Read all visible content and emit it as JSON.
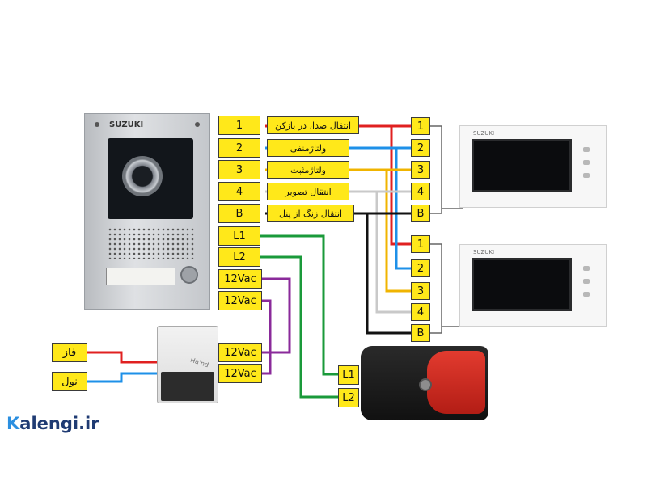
{
  "diagram": {
    "brand": "SUZUKI",
    "psu_brand": "Ha'nd",
    "door_terminals": [
      "1",
      "2",
      "3",
      "4",
      "B",
      "L1",
      "L2",
      "12Vac",
      "12Vac",
      "12Vac",
      "12Vac"
    ],
    "wire_labels": [
      "انتقال صدا، در بازکن",
      "ولتاژمنفی",
      "ولتاژمثبت",
      "انتقال تصویر",
      "انتقال زنگ از پنل"
    ],
    "monitor1_terminals": [
      "1",
      "2",
      "3",
      "4",
      "B"
    ],
    "monitor2_terminals": [
      "1",
      "2",
      "3",
      "4",
      "B"
    ],
    "lock_terminals": [
      "L1",
      "L2"
    ],
    "mains": {
      "phase": "فاز",
      "neutral": "نول"
    },
    "logo": {
      "first": "K",
      "rest": "alengi.ir"
    },
    "colors": {
      "wire1": "#e02020",
      "wire2": "#1e90e8",
      "wire3": "#f0b400",
      "wire4": "#c9c9c9",
      "wireB": "#111111",
      "wireL1": "#1a9a3a",
      "wireL2": "#1a9a3a",
      "wireAC": "#8a2a9a",
      "box": "#ffe81a"
    }
  }
}
